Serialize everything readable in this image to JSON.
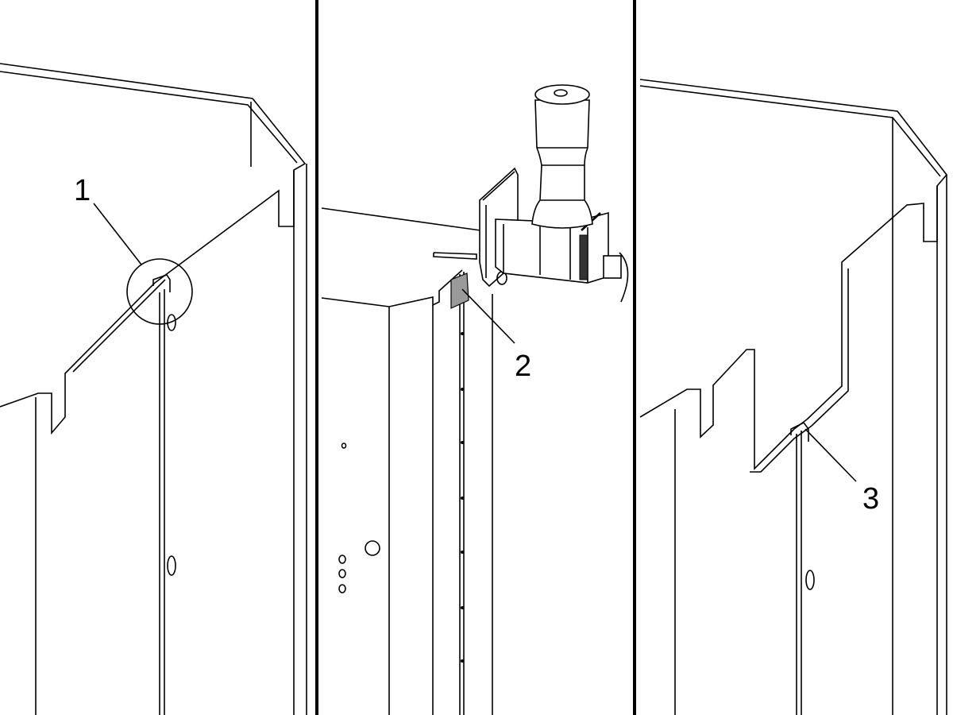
{
  "callouts": [
    {
      "id": "1",
      "label": "1"
    },
    {
      "id": "2",
      "label": "2"
    },
    {
      "id": "3",
      "label": "3"
    }
  ],
  "colors": {
    "line": "#000000",
    "background": "#ffffff",
    "shim": "#9a9a9a"
  },
  "icons": [
    "divider-line",
    "magnifier-circle",
    "leader-line",
    "bolt-hole",
    "clamp-fixture"
  ]
}
